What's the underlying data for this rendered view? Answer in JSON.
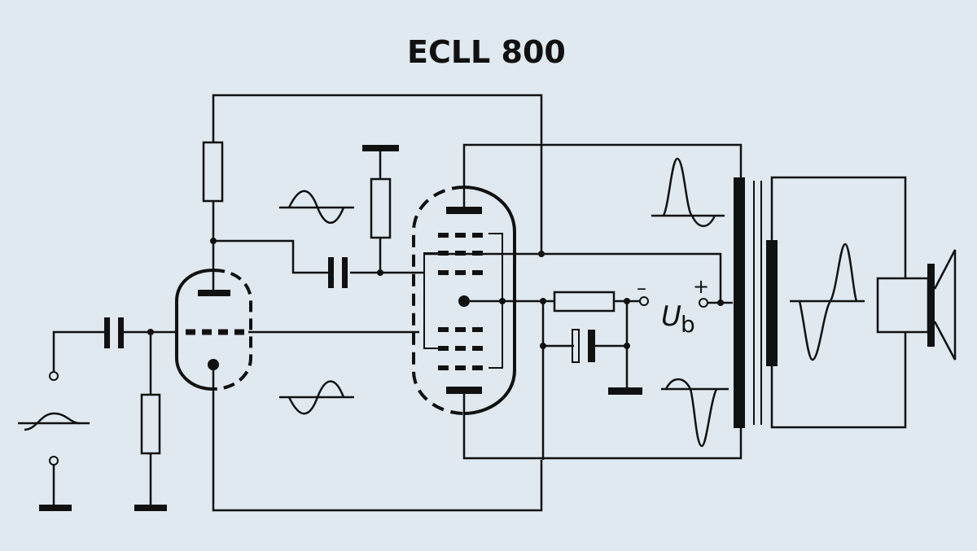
{
  "title": "ECLL 800",
  "supply": {
    "label_main": "U",
    "label_sub": "b",
    "minus": "–",
    "plus": "+"
  },
  "colors": {
    "background": "#dfe9ef",
    "ink": "#111111"
  }
}
